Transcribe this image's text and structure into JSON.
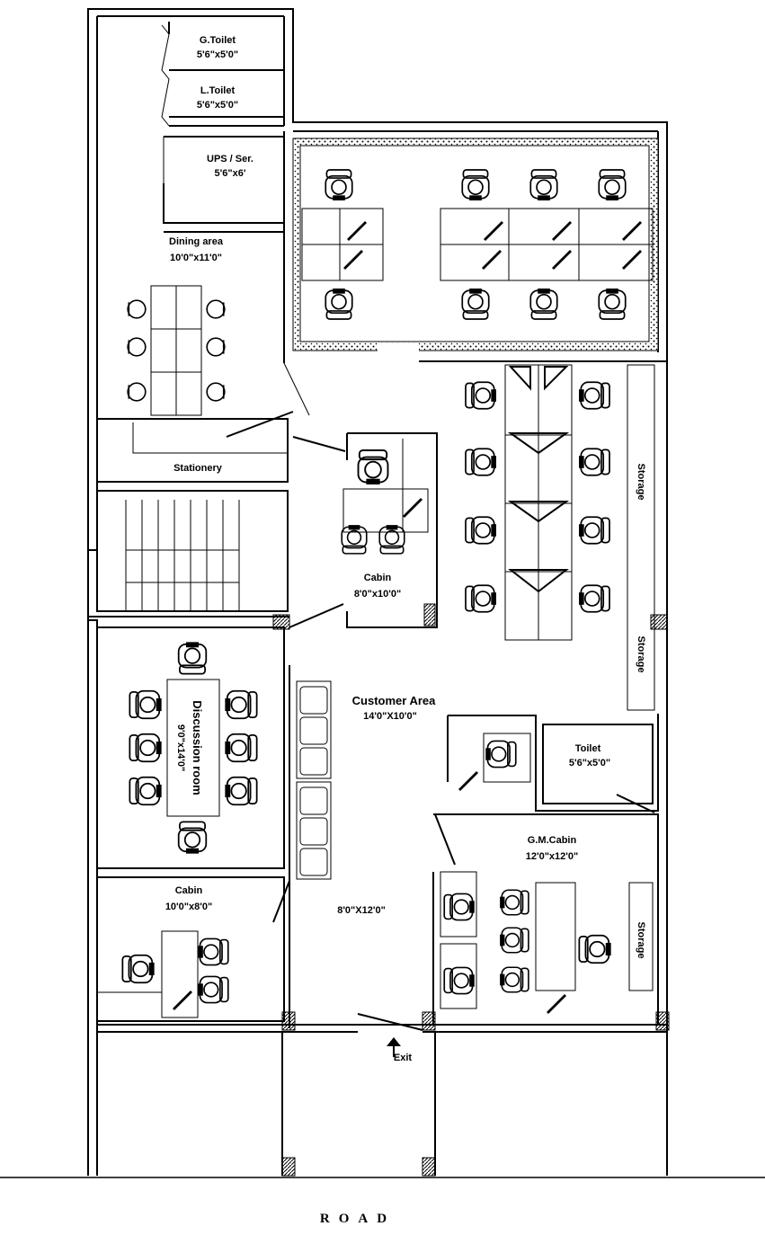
{
  "rooms": {
    "g_toilet": {
      "name": "G.Toilet",
      "size": "5'6\"x5'0\""
    },
    "l_toilet": {
      "name": "L.Toilet",
      "size": "5'6\"x5'0\""
    },
    "ups": {
      "name": "UPS / Ser.",
      "size": "5'6\"x6'"
    },
    "dining": {
      "name": "Dining area",
      "size": "10'0\"x11'0\""
    },
    "stationery": {
      "name": "Stationery"
    },
    "cabin_top": {
      "name": "Cabin",
      "size": "8'0\"x10'0\""
    },
    "customer": {
      "name": "Customer Area",
      "size": "14'0\"X10'0\""
    },
    "discussion": {
      "name": "Discussion room",
      "size": "9'0\"x14'0\""
    },
    "toilet": {
      "name": "Toilet",
      "size": "5'6\"x5'0\""
    },
    "gm_cabin": {
      "name": "G.M.Cabin",
      "size": "12'0\"x12'0\""
    },
    "cabin_bottom": {
      "name": "Cabin",
      "size": "10'0\"x8'0\""
    },
    "lobby": {
      "size": "8'0\"X12'0\""
    },
    "storage_1": {
      "name": "Storage"
    },
    "storage_2": {
      "name": "Storage"
    },
    "storage_3": {
      "name": "Storage"
    }
  },
  "exit_label": "Exit",
  "road_label": "ROAD"
}
